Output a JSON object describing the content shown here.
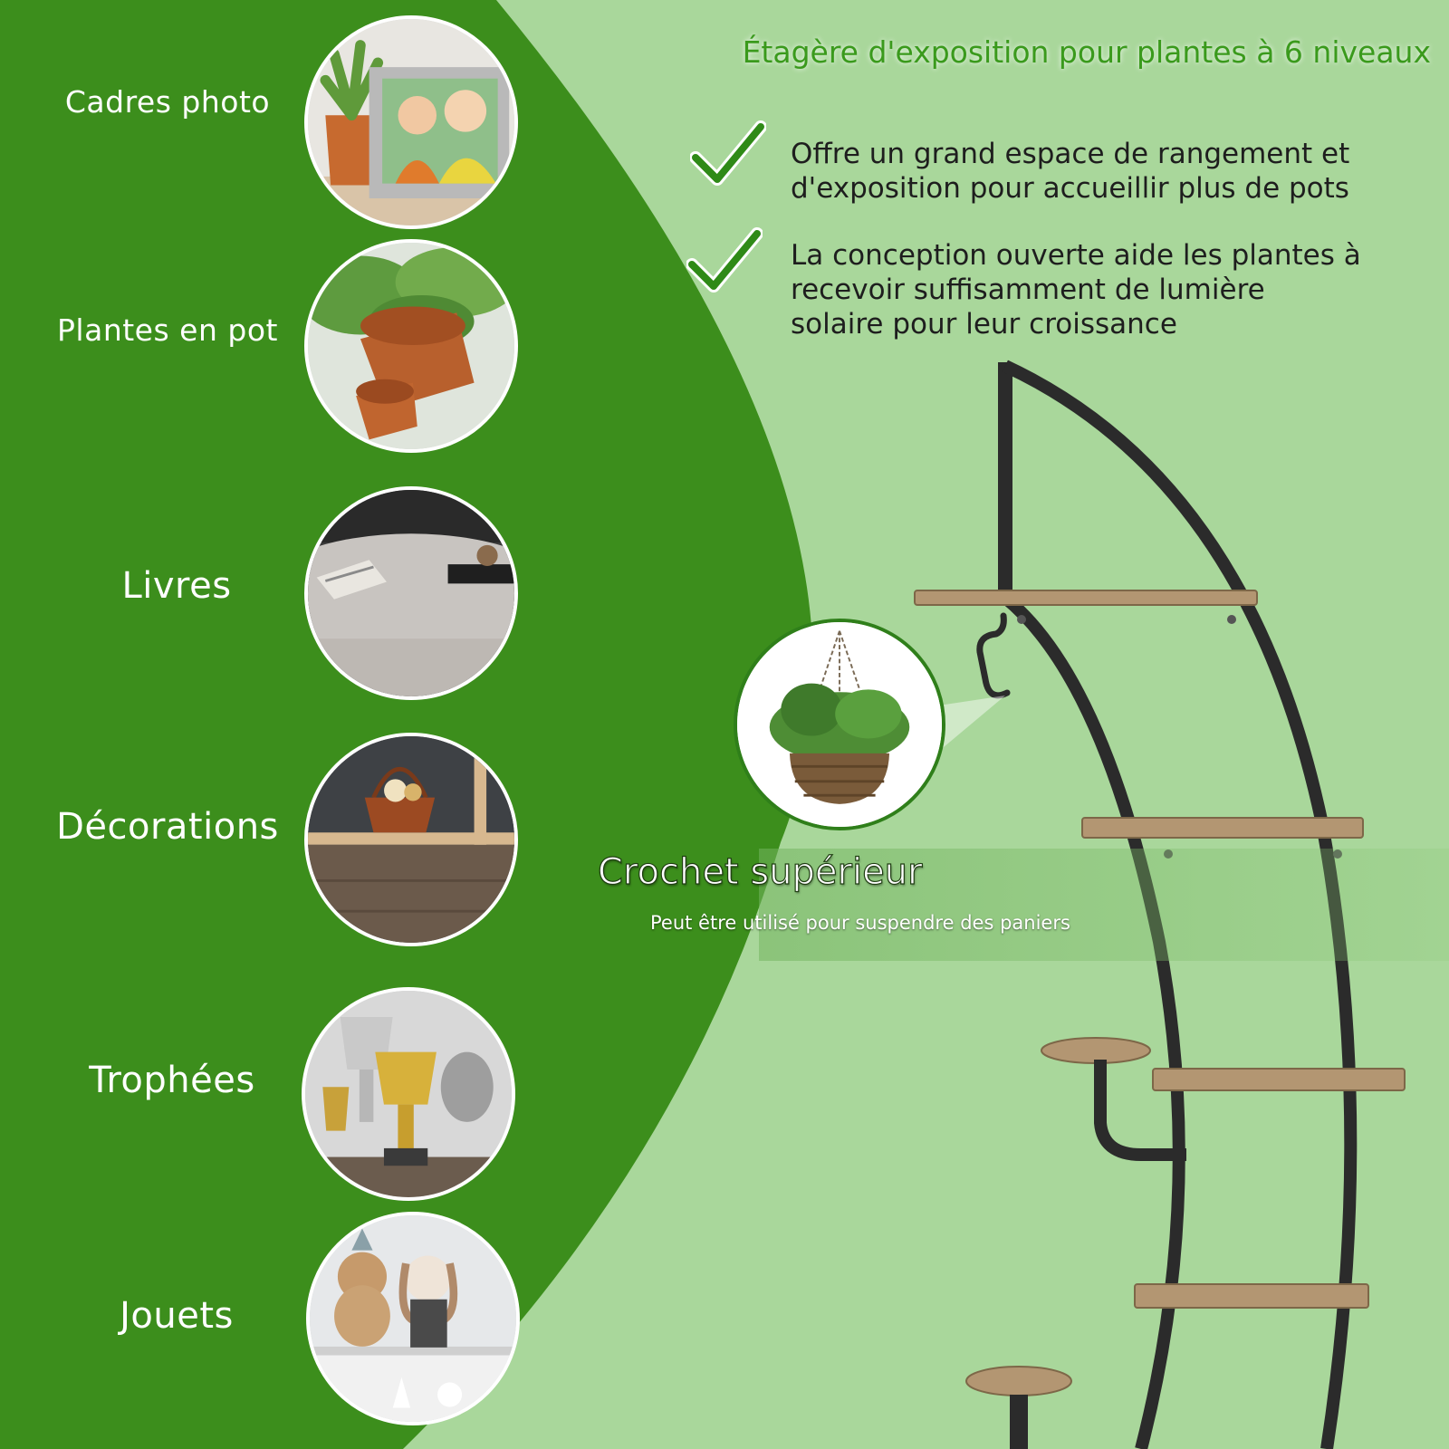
{
  "header": {
    "title": "Étagère d'exposition pour plantes à 6 niveaux"
  },
  "features": [
    {
      "text_lines": [
        "Offre un grand espace de rangement et",
        "d'exposition pour accueillir plus de pots"
      ],
      "icon": "check-icon"
    },
    {
      "text_lines": [
        "La conception ouverte aide les plantes à",
        "recevoir suffisamment de lumière",
        "solaire pour leur croissance"
      ],
      "icon": "check-icon"
    }
  ],
  "uses": [
    {
      "label": "Cadres photo"
    },
    {
      "label": "Plantes en pot"
    },
    {
      "label": "Livres"
    },
    {
      "label": "Décorations"
    },
    {
      "label": "Trophées"
    },
    {
      "label": "Jouets"
    }
  ],
  "hook": {
    "title": "Crochet supérieur",
    "subtitle": "Peut être utilisé pour suspendre des paniers"
  },
  "colors": {
    "dark_green": "#3c8e1c",
    "light_green": "#a8d89a",
    "title_green": "#3a9a1c",
    "text": "#1e1e1e",
    "metal": "#2b2b2b",
    "wood": "#b39672"
  }
}
